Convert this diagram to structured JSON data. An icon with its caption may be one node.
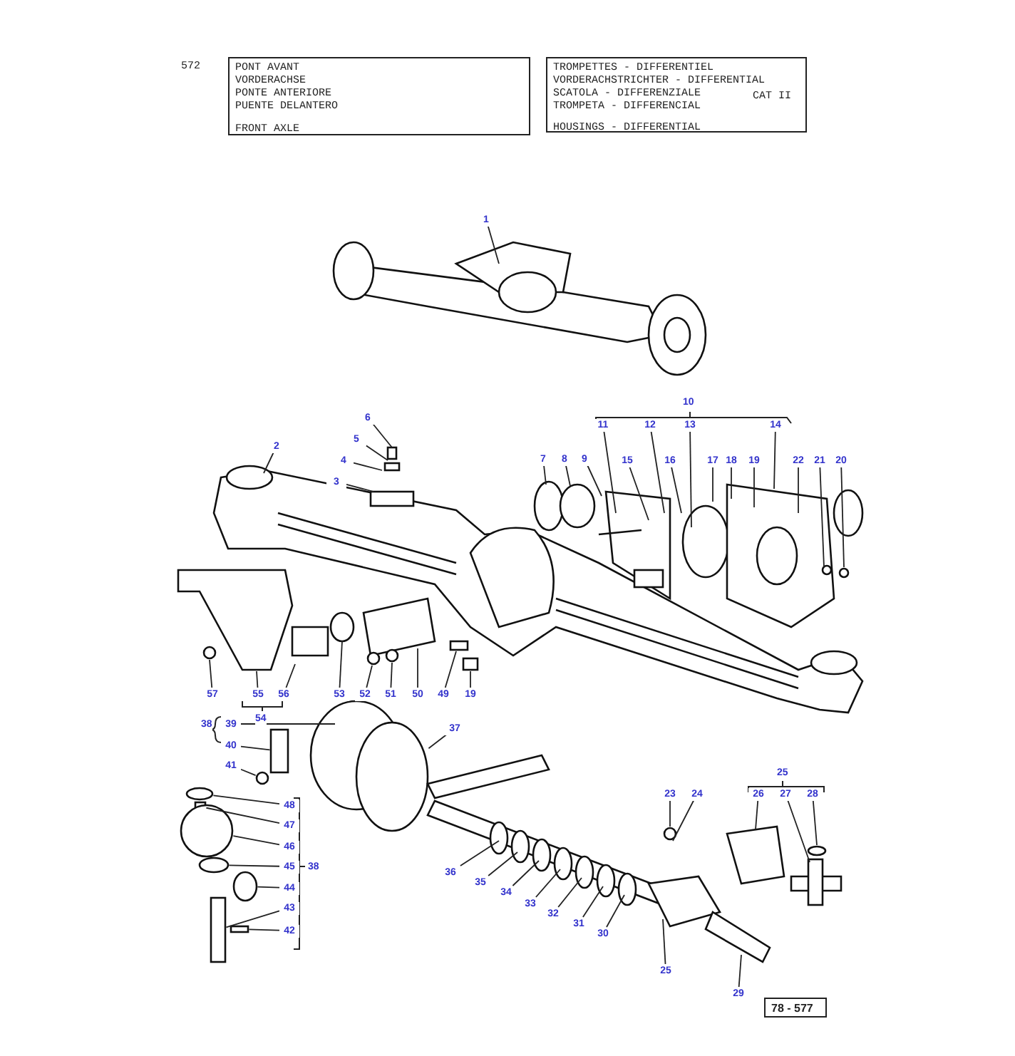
{
  "diagram": {
    "nodes": [
      {
        "text": [
          "PONT AVANT",
          "VORDERACHSE",
          "PONTE ANTERIORE",
          "PUENTE DELANTERO",
          "FRONT AXLE"
        ]
      },
      {
        "text": [
          "TROMPETTES - DIFFERENTIEL",
          "VORDERACHSTRICHTER - DIFFERENTIAL",
          "SCATOLA - DIFFERENZIALE",
          "TROMPETA - DIFFERENCIAL",
          "HOUSINGS - DIFFERENTIAL",
          "CAT II"
        ]
      },
      {
        "text": [
          "78 - 577"
        ]
      },
      {
        "text": [
          "1"
        ]
      },
      {
        "text": [
          "6"
        ]
      },
      {
        "text": [
          "5"
        ]
      },
      {
        "text": [
          "4"
        ]
      },
      {
        "text": [
          "3"
        ]
      },
      {
        "text": [
          "2"
        ]
      },
      {
        "text": [
          "11"
        ]
      },
      {
        "text": [
          "12"
        ]
      },
      {
        "text": [
          "13"
        ]
      },
      {
        "text": [
          "14"
        ]
      },
      {
        "text": [
          "7"
        ]
      },
      {
        "text": [
          "8"
        ]
      },
      {
        "text": [
          "9"
        ]
      },
      {
        "text": [
          "15"
        ]
      },
      {
        "text": [
          "16"
        ]
      },
      {
        "text": [
          "17"
        ]
      },
      {
        "text": [
          "18"
        ]
      },
      {
        "text": [
          "19"
        ]
      },
      {
        "text": [
          "22"
        ]
      },
      {
        "text": [
          "21"
        ]
      },
      {
        "text": [
          "20"
        ]
      },
      {
        "text": [
          "57"
        ]
      },
      {
        "text": [
          "55"
        ]
      },
      {
        "text": [
          "56"
        ]
      },
      {
        "text": [
          "53"
        ]
      },
      {
        "text": [
          "52"
        ]
      },
      {
        "text": [
          "51"
        ]
      },
      {
        "text": [
          "50"
        ]
      },
      {
        "text": [
          "49"
        ]
      },
      {
        "text": [
          "19"
        ]
      },
      {
        "text": [
          "39"
        ]
      },
      {
        "text": [
          "40"
        ]
      },
      {
        "text": [
          "41"
        ]
      },
      {
        "text": [
          "37"
        ]
      },
      {
        "text": [
          "48"
        ]
      },
      {
        "text": [
          "47"
        ]
      },
      {
        "text": [
          "46"
        ]
      },
      {
        "text": [
          "45"
        ]
      },
      {
        "text": [
          "44"
        ]
      },
      {
        "text": [
          "43"
        ]
      },
      {
        "text": [
          "42"
        ]
      },
      {
        "text": [
          "23"
        ]
      },
      {
        "text": [
          "24"
        ]
      },
      {
        "text": [
          "26"
        ]
      },
      {
        "text": [
          "27"
        ]
      },
      {
        "text": [
          "28"
        ]
      },
      {
        "text": [
          "36"
        ]
      },
      {
        "text": [
          "35"
        ]
      },
      {
        "text": [
          "34"
        ]
      },
      {
        "text": [
          "33"
        ]
      },
      {
        "text": [
          "32"
        ]
      },
      {
        "text": [
          "31"
        ]
      },
      {
        "text": [
          "30"
        ]
      },
      {
        "text": [
          "25"
        ]
      },
      {
        "text": [
          "29"
        ]
      },
      {
        "text": [],
        "shape": "circle"
      },
      {
        "text": [],
        "shape": "circle"
      },
      {
        "text": [],
        "shape": "circle"
      },
      {
        "text": [],
        "shape": "box"
      },
      {
        "text": [],
        "shape": "circle"
      },
      {
        "text": [],
        "shape": "circle"
      },
      {
        "text": [],
        "shape": "circle"
      },
      {
        "text": [],
        "shape": "box"
      },
      {
        "text": [],
        "shape": "box"
      },
      {
        "text": [],
        "shape": "box"
      }
    ],
    "edges": [
      {
        "from": 3,
        "to": null,
        "arrow": "none"
      },
      {
        "from": 4,
        "to": null,
        "arrow": "none"
      },
      {
        "from": 5,
        "to": null,
        "arrow": "none"
      },
      {
        "from": 6,
        "to": null,
        "arrow": "none"
      },
      {
        "from": 7,
        "to": null,
        "arrow": "none"
      },
      {
        "from": 8,
        "to": null,
        "arrow": "none"
      },
      {
        "from": 9,
        "to": null,
        "arrow": "none"
      },
      {
        "from": 10,
        "to": null,
        "arrow": "none"
      },
      {
        "from": 11,
        "to": null,
        "arrow": "none"
      },
      {
        "from": 12,
        "to": null,
        "arrow": "none"
      },
      {
        "from": 13,
        "to": null,
        "arrow": "none"
      },
      {
        "from": 14,
        "to": null,
        "arrow": "none"
      },
      {
        "from": 15,
        "to": null,
        "arrow": "none"
      },
      {
        "from": 16,
        "to": null,
        "arrow": "none"
      },
      {
        "from": 17,
        "to": null,
        "arrow": "none"
      },
      {
        "from": 18,
        "to": null,
        "arrow": "none"
      },
      {
        "from": 19,
        "to": null,
        "arrow": "none"
      },
      {
        "from": 20,
        "to": null,
        "arrow": "none"
      },
      {
        "from": 21,
        "to": null,
        "arrow": "none"
      },
      {
        "from": 22,
        "to": null,
        "arrow": "none"
      },
      {
        "from": 23,
        "to": null,
        "arrow": "none"
      },
      {
        "from": 24,
        "to": null,
        "arrow": "none"
      },
      {
        "from": 25,
        "to": null,
        "arrow": "none"
      },
      {
        "from": 26,
        "to": null,
        "arrow": "none"
      },
      {
        "from": 27,
        "to": null,
        "arrow": "none"
      },
      {
        "from": 28,
        "to": null,
        "arrow": "none"
      },
      {
        "from": 29,
        "to": null,
        "arrow": "none"
      },
      {
        "from": 30,
        "to": null,
        "arrow": "none"
      },
      {
        "from": 31,
        "to": null,
        "arrow": "none"
      },
      {
        "from": 32,
        "to": null,
        "arrow": "none"
      },
      {
        "from": 33,
        "to": null,
        "arrow": "none"
      },
      {
        "from": 34,
        "to": 67,
        "arrow": "none"
      },
      {
        "from": 35,
        "to": 58,
        "arrow": "none"
      },
      {
        "from": 36,
        "to": 59,
        "arrow": "none"
      },
      {
        "from": 37,
        "to": 60,
        "arrow": "none"
      },
      {
        "from": 38,
        "to": 61,
        "arrow": "none"
      },
      {
        "from": 39,
        "to": 62,
        "arrow": "none"
      },
      {
        "from": 40,
        "to": 63,
        "arrow": "none"
      },
      {
        "from": 41,
        "to": 64,
        "arrow": "none"
      },
      {
        "from": 42,
        "to": 65,
        "arrow": "none"
      },
      {
        "from": 43,
        "to": 66,
        "arrow": "none"
      },
      {
        "from": 44,
        "to": null,
        "arrow": "none"
      },
      {
        "from": 45,
        "to": null,
        "arrow": "none"
      },
      {
        "from": 46,
        "to": null,
        "arrow": "none"
      },
      {
        "from": 47,
        "to": null,
        "arrow": "none"
      },
      {
        "from": 48,
        "to": null,
        "arrow": "none"
      },
      {
        "from": 49,
        "to": null,
        "arrow": "none"
      },
      {
        "from": 50,
        "to": null,
        "arrow": "none"
      },
      {
        "from": 51,
        "to": null,
        "arrow": "none"
      },
      {
        "from": 52,
        "to": null,
        "arrow": "none"
      },
      {
        "from": 53,
        "to": null,
        "arrow": "none"
      },
      {
        "from": 54,
        "to": null,
        "arrow": "none"
      },
      {
        "from": 55,
        "to": null,
        "arrow": "none"
      },
      {
        "from": 56,
        "to": null,
        "arrow": "none"
      },
      {
        "from": 57,
        "to": null,
        "arrow": "none"
      }
    ],
    "labels": [
      "572",
      "10",
      "54",
      "38",
      "38",
      "25"
    ]
  }
}
